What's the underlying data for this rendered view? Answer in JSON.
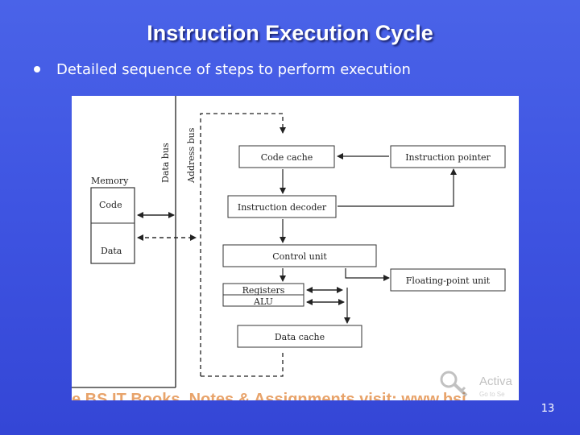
{
  "slide": {
    "title": "Instruction Execution Cycle",
    "bullet": "Detailed sequence of steps to perform execution",
    "page_number": "13"
  },
  "diagram": {
    "memory_label": "Memory",
    "code_label": "Code",
    "data_label": "Data",
    "data_bus_label": "Data bus",
    "address_bus_label": "Address bus",
    "code_cache": "Code cache",
    "instruction_pointer": "Instruction pointer",
    "instruction_decoder": "Instruction decoder",
    "control_unit": "Control unit",
    "floating_point_unit": "Floating-point unit",
    "registers": "Registers",
    "alu": "ALU",
    "data_cache": "Data cache"
  },
  "overlay": {
    "footer_text": "e BS IT Books, Notes & Assignments visit: www.bsi",
    "watermark_title": "Activa",
    "watermark_sub": "Go to Se"
  },
  "colors": {
    "background": "#3f55e2",
    "title": "#ffffff",
    "footer_strip": "#e8a36a"
  }
}
